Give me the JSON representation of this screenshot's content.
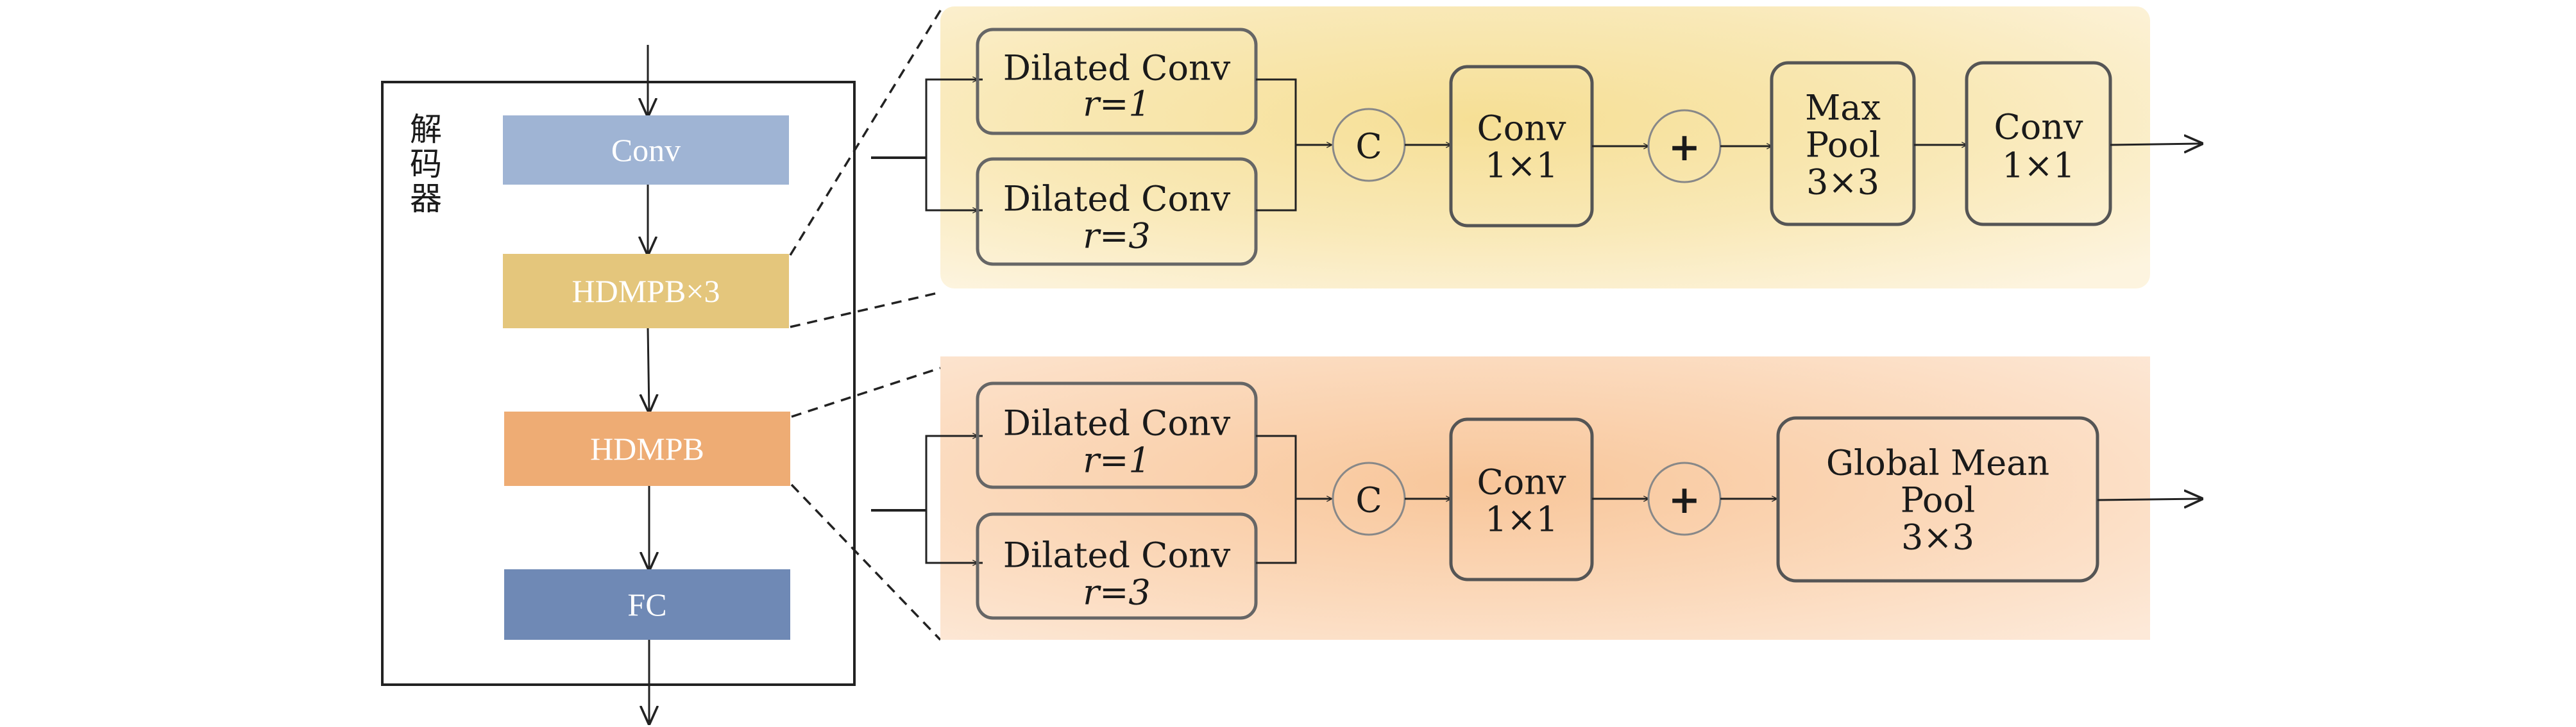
{
  "decoder": {
    "title": "解码器",
    "blocks": [
      {
        "label": "Conv",
        "color": "#9fb4d4"
      },
      {
        "label": "HDMPB×3",
        "color": "#e4c67c"
      },
      {
        "label": "HDMPB",
        "color": "#eeac74"
      },
      {
        "label": "FC",
        "color": "#6f89b5"
      }
    ]
  },
  "top_branch": {
    "bg_color": "#f7e4a4",
    "dilated_1": {
      "title": "Dilated Conv",
      "param": "r=1"
    },
    "dilated_2": {
      "title": "Dilated Conv",
      "param": "r=3"
    },
    "concat": "C",
    "conv1": {
      "title": "Conv",
      "size": "1×1"
    },
    "add": "+",
    "pool": {
      "line1": "Max",
      "line2": "Pool",
      "size": "3×3"
    },
    "conv2": {
      "title": "Conv",
      "size": "1×1"
    }
  },
  "bottom_branch": {
    "bg_color": "#f9c9a0",
    "dilated_1": {
      "title": "Dilated Conv",
      "param": "r=1"
    },
    "dilated_2": {
      "title": "Dilated Conv",
      "param": "r=3"
    },
    "concat": "C",
    "conv1": {
      "title": "Conv",
      "size": "1×1"
    },
    "add": "+",
    "pool": {
      "line1": "Global Mean",
      "line2": "Pool",
      "size": "3×3"
    }
  }
}
